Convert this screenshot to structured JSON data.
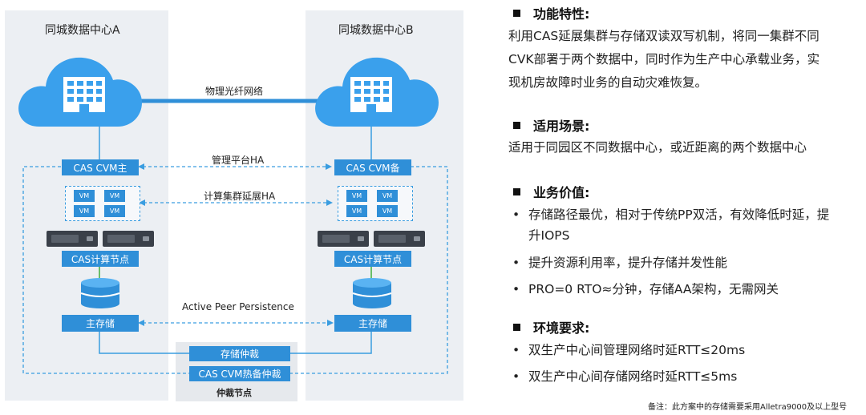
{
  "diagram": {
    "dc_a_title": "同城数据中心A",
    "dc_b_title": "同城数据中心B",
    "fiber_label": "物理光纤网络",
    "cvm_master": "CAS CVM主",
    "cvm_backup": "CAS CVM备",
    "mgmt_ha": "管理平台HA",
    "compute_ha": "计算集群延展HA",
    "vm_label": "VM",
    "compute_node": "CAS计算节点",
    "peer_persistence": "Active Peer Persistence",
    "main_storage": "主存储",
    "storage_arbiter": "存储仲裁",
    "cvm_hot_arbiter": "CAS CVM热备仲裁",
    "arbiter_node": "仲裁节点",
    "colors": {
      "accent": "#2f8fd8",
      "cloud": "#3aa0ec",
      "dashed": "#3a9de0",
      "panel": "#eceff3",
      "link": "#6abf69"
    }
  },
  "sections": [
    {
      "heading": "功能特性:",
      "lines": [
        "利用CAS延展集群与存储双读双写机制，将同一集群不同",
        "CVK部署于两个数据中，同时作为生产中心承载业务，实",
        "现机房故障时业务的自动灾难恢复。"
      ]
    },
    {
      "heading": "适用场景:",
      "lines": [
        "适用于同园区不同数据中心，或近距离的两个数据中心"
      ]
    },
    {
      "heading": "业务价值:",
      "bullets": [
        {
          "text": "存储路径最优，相对于传统PP双活，有效降低时延，提",
          "text2": "升IOPS"
        },
        {
          "text": "提升资源利用率，提升存储并发性能"
        },
        {
          "text": "PRO=0  RTO≈分钟，存储AA架构，无需网关"
        }
      ]
    },
    {
      "heading": "环境要求:",
      "bullets": [
        {
          "text": "双生产中心间管理网络时延RTT≤20ms"
        },
        {
          "text": "双生产中心间存储网络时延RTT≤5ms"
        }
      ]
    }
  ],
  "footnote": "备注：此方案中的存储需要采用Alletra9000及以上型号"
}
